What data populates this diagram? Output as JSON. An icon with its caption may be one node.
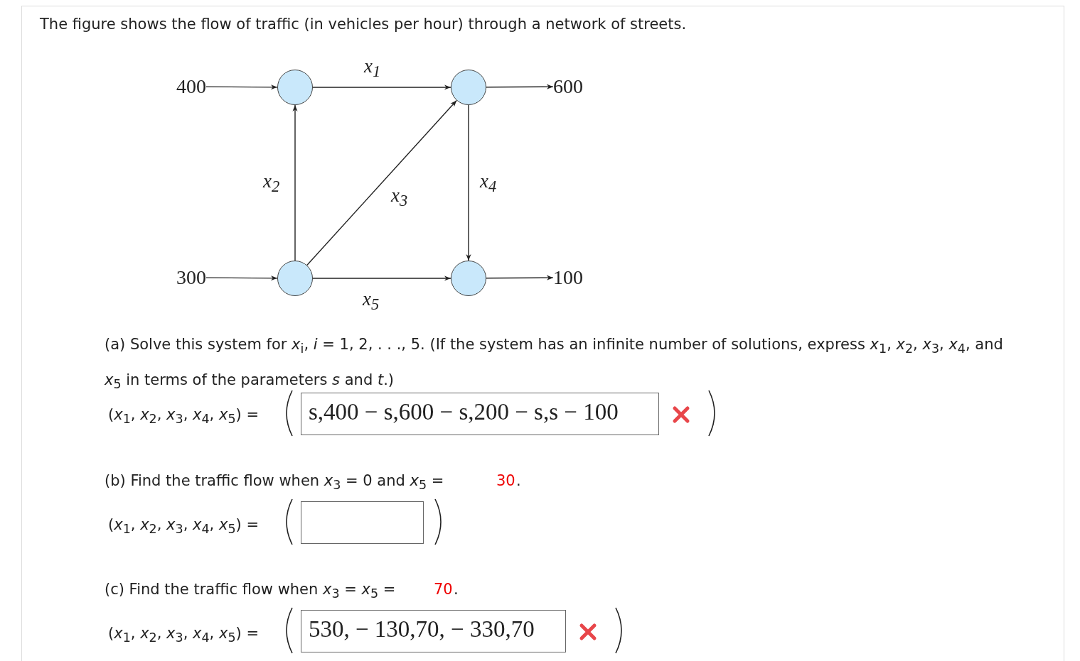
{
  "diagram": {
    "title": "The figure shows the flow of traffic (in vehicles per hour) through a network of streets.",
    "nodes": [
      {
        "text": [
          "400"
        ]
      },
      {
        "text": [],
        "shape": "circle"
      },
      {
        "text": [],
        "shape": "circle"
      },
      {
        "text": [
          "600"
        ]
      },
      {
        "text": [
          "300"
        ]
      },
      {
        "text": [],
        "shape": "circle"
      },
      {
        "text": [],
        "shape": "circle"
      },
      {
        "text": [
          "100"
        ]
      }
    ],
    "edges": [
      {
        "from": 0,
        "to": 1,
        "arrow": "to"
      },
      {
        "from": 1,
        "to": 2,
        "arrow": "to",
        "label": "x$_{1}$"
      },
      {
        "from": 2,
        "to": 3,
        "arrow": "to"
      },
      {
        "from": 4,
        "to": 5,
        "arrow": "to"
      },
      {
        "from": 5,
        "to": 1,
        "arrow": "to",
        "label": "x$_{2}$"
      },
      {
        "from": 5,
        "to": 2,
        "arrow": "to",
        "label": "x$_{3}$"
      },
      {
        "from": 2,
        "to": 6,
        "arrow": "to",
        "label": "x$_{4}$"
      },
      {
        "from": 5,
        "to": 6,
        "arrow": "to",
        "label": "x$_{5}$"
      },
      {
        "from": 6,
        "to": 7,
        "arrow": "to"
      }
    ],
    "labels": [
      "(a) Solve this system for  *x*$_{i}$, *i* = 1, 2, . . ., 5.  (If the system has an infinite number of solutions, express *x*$_{1}$, *x*$_{2}$, *x*$_{3}$, *x*$_{4}$, and *x*$_{5}$ in terms of the parameters *s* and *t*.)",
      "(*x*$_{1}$, *x*$_{2}$, *x*$_{3}$, *x*$_{4}$, *x*$_{5}$) =",
      "s,400 − s,600 − s,200 − s,s − 100",
      "(b) Find the traffic flow when  *x*$_{3}$ = 0  and  *x*$_{5}$ =",
      "30",
      ".",
      "(*x*$_{1}$, *x*$_{2}$, *x*$_{3}$, *x*$_{4}$, *x*$_{5}$) =",
      "(c) Find the traffic flow when  *x*$_{3}$ = *x*$_{5}$ =",
      "70",
      ".",
      "(*x*$_{1}$, *x*$_{2}$, *x*$_{3}$, *x*$_{4}$, *x*$_{5}$) =",
      "530, − 130,70, − 330,70"
    ]
  }
}
